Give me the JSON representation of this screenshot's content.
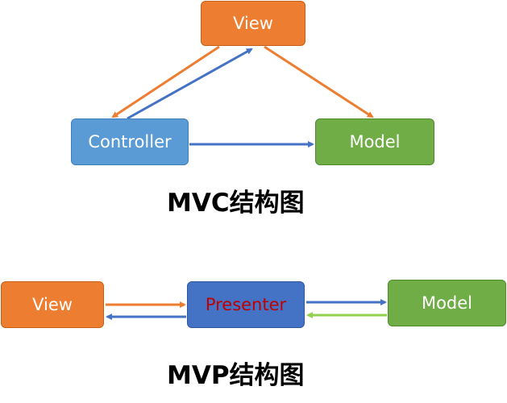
{
  "mvc": {
    "view_label": "View",
    "controller_label": "Controller",
    "model_label": "Model",
    "caption": "MVC结构图"
  },
  "mvp": {
    "view_label": "View",
    "presenter_label": "Presenter",
    "model_label": "Model",
    "caption": "MVP结构图"
  },
  "colors": {
    "orange": "#ed7d31",
    "blue": "#4472c4",
    "green": "#92d050",
    "presenter_text": "#c00000"
  }
}
